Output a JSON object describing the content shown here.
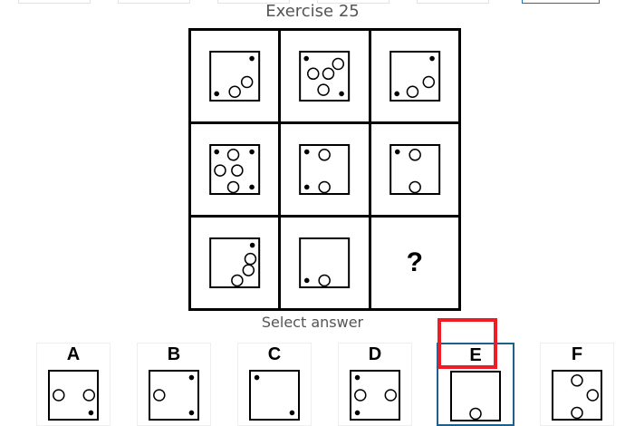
{
  "header": {
    "title": "Exercise 25"
  },
  "puzzle": {
    "missing_symbol": "?",
    "cells": [
      {
        "name": "cell-1-1",
        "dots": [
          [
            0.85,
            0.14
          ],
          [
            0.13,
            0.86
          ]
        ],
        "circles": [
          [
            0.5,
            0.82
          ],
          [
            0.75,
            0.62
          ]
        ]
      },
      {
        "name": "cell-1-2",
        "dots": [
          [
            0.13,
            0.14
          ],
          [
            0.85,
            0.86
          ]
        ],
        "circles": [
          [
            0.27,
            0.45
          ],
          [
            0.58,
            0.45
          ],
          [
            0.78,
            0.25
          ],
          [
            0.48,
            0.78
          ]
        ]
      },
      {
        "name": "cell-1-3",
        "dots": [
          [
            0.85,
            0.14
          ],
          [
            0.13,
            0.86
          ]
        ],
        "circles": [
          [
            0.45,
            0.82
          ],
          [
            0.78,
            0.62
          ]
        ]
      },
      {
        "name": "cell-2-1",
        "dots": [
          [
            0.13,
            0.14
          ],
          [
            0.85,
            0.14
          ],
          [
            0.85,
            0.86
          ]
        ],
        "circles": [
          [
            0.47,
            0.2
          ],
          [
            0.2,
            0.52
          ],
          [
            0.55,
            0.52
          ],
          [
            0.47,
            0.86
          ]
        ]
      },
      {
        "name": "cell-2-2",
        "dots": [
          [
            0.14,
            0.14
          ],
          [
            0.14,
            0.86
          ]
        ],
        "circles": [
          [
            0.5,
            0.2
          ],
          [
            0.5,
            0.86
          ]
        ]
      },
      {
        "name": "cell-2-3",
        "dots": [
          [
            0.14,
            0.14
          ]
        ],
        "circles": [
          [
            0.5,
            0.2
          ],
          [
            0.5,
            0.86
          ]
        ]
      },
      {
        "name": "cell-3-1",
        "dots": [
          [
            0.86,
            0.14
          ]
        ],
        "circles": [
          [
            0.82,
            0.42
          ],
          [
            0.78,
            0.65
          ],
          [
            0.55,
            0.86
          ]
        ]
      },
      {
        "name": "cell-3-2",
        "dots": [
          [
            0.14,
            0.86
          ]
        ],
        "circles": [
          [
            0.5,
            0.86
          ]
        ]
      },
      {
        "name": "cell-3-3",
        "question": true
      }
    ]
  },
  "answers": {
    "prompt": "Select answer",
    "selected": "E",
    "options": [
      {
        "letter": "A",
        "dots": [
          [
            0.86,
            0.86
          ]
        ],
        "circles": [
          [
            0.2,
            0.5
          ],
          [
            0.82,
            0.5
          ]
        ]
      },
      {
        "letter": "B",
        "dots": [
          [
            0.86,
            0.14
          ],
          [
            0.86,
            0.86
          ]
        ],
        "circles": [
          [
            0.2,
            0.5
          ]
        ]
      },
      {
        "letter": "C",
        "dots": [
          [
            0.14,
            0.14
          ],
          [
            0.86,
            0.86
          ]
        ],
        "circles": []
      },
      {
        "letter": "D",
        "dots": [
          [
            0.14,
            0.14
          ],
          [
            0.14,
            0.86
          ]
        ],
        "circles": [
          [
            0.2,
            0.5
          ],
          [
            0.82,
            0.5
          ]
        ]
      },
      {
        "letter": "E",
        "dots": [],
        "circles": [
          [
            0.5,
            0.86
          ]
        ]
      },
      {
        "letter": "F",
        "dots": [],
        "circles": [
          [
            0.5,
            0.2
          ],
          [
            0.82,
            0.5
          ],
          [
            0.5,
            0.86
          ]
        ]
      }
    ]
  },
  "colors": {
    "selected_border": "#1f5f8b",
    "highlight": "#ee1c25",
    "text": "#555555"
  }
}
